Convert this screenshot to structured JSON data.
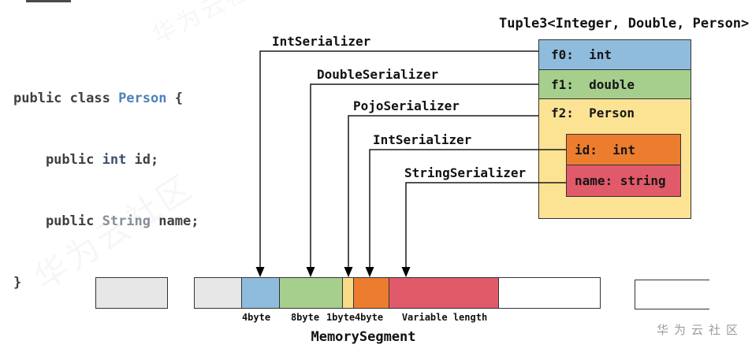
{
  "code": {
    "l1": {
      "t1": "public class ",
      "t2": "Person",
      "t3": " {"
    },
    "l2": {
      "t1": "    public ",
      "t2": "int",
      "t3": " id;"
    },
    "l3": {
      "t1": "    public ",
      "t2": "String",
      "t3": " name;"
    },
    "l4": {
      "t1": "}"
    }
  },
  "tuple": {
    "title": "Tuple3<Integer, Double, Person>",
    "f0": "f0:  int",
    "f1": "f1:  double",
    "f2": "f2:  Person",
    "id": "id:  int",
    "name": "name: string"
  },
  "serializers": {
    "s1": "IntSerializer",
    "s2": "DoubleSerializer",
    "s3": "PojoSerializer",
    "s4": "IntSerializer",
    "s5": "StringSerializer"
  },
  "memory": {
    "title": "MemorySegment",
    "labels": {
      "int": "4byte",
      "double": "8byte",
      "header": "1byte",
      "id": "4byte",
      "name": "Variable length"
    }
  },
  "colors": {
    "blue": "#8fbcdd",
    "green": "#a6cf8d",
    "yellow_light": "#fce394",
    "yellow_bar": "#f6dc88",
    "orange": "#ec7d2f",
    "red": "#e05a6a",
    "gray": "#e7e7e7",
    "white": "#ffffff"
  },
  "footer": {
    "watermark": "华为云社区"
  }
}
